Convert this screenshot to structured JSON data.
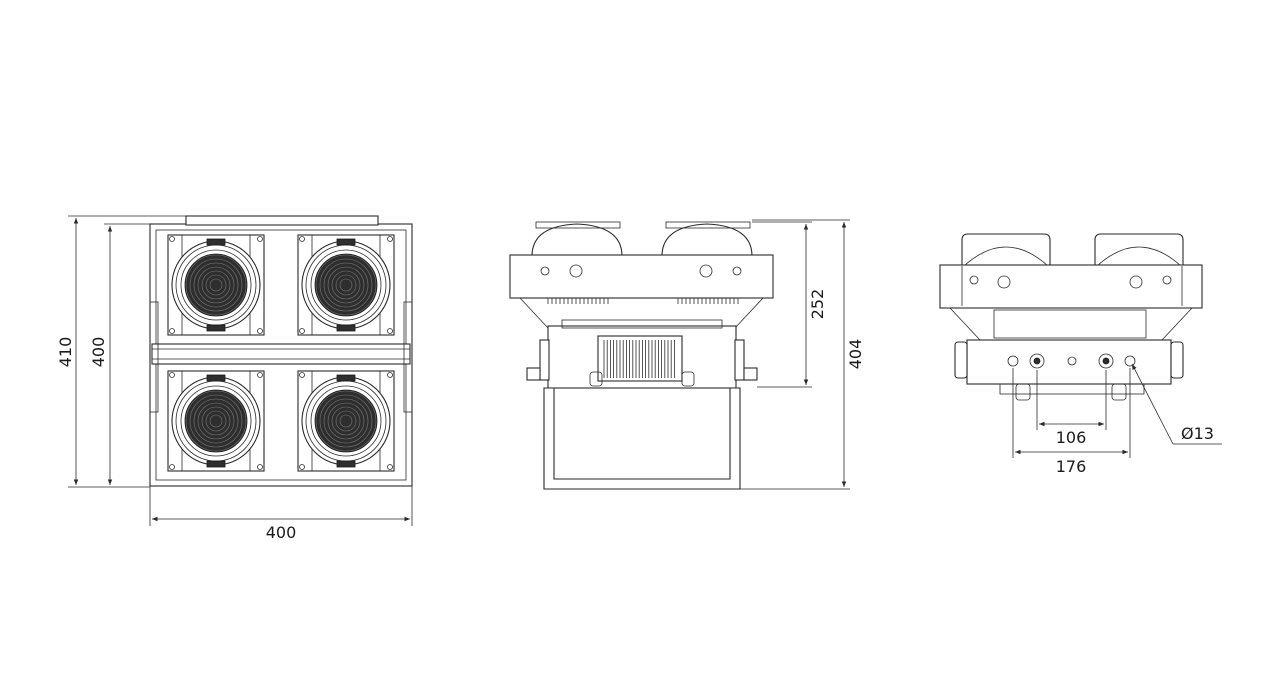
{
  "views": {
    "front": {
      "dims": {
        "height_outer": "410",
        "height_inner": "400",
        "width": "400"
      }
    },
    "side": {
      "dims": {
        "height_upper": "252",
        "height_total": "404"
      }
    },
    "bottom": {
      "dims": {
        "hole_spacing_inner": "106",
        "hole_spacing_outer": "176",
        "hole_diameter": "Ø13"
      }
    }
  },
  "colors": {
    "line": "#2a2a2a",
    "lens": "#2e2e2e",
    "background": "#ffffff"
  }
}
